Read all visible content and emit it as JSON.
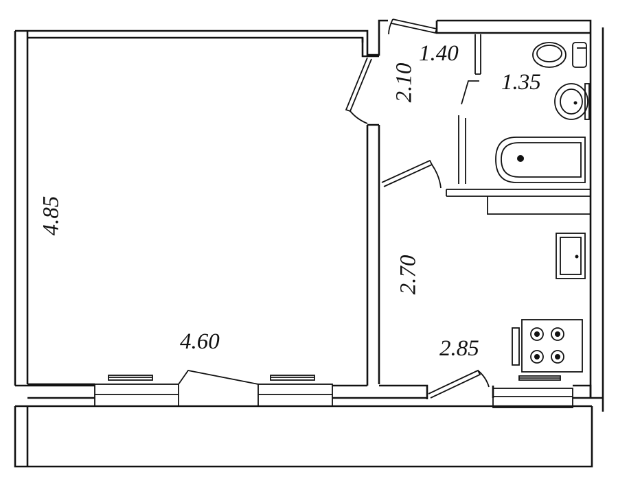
{
  "plan": {
    "rooms": [
      {
        "id": "living-room",
        "width": "4.60",
        "depth": "4.85"
      },
      {
        "id": "hallway",
        "depth": "2.10"
      },
      {
        "id": "toilet",
        "width": "1.40"
      },
      {
        "id": "bathroom",
        "width": "1.35"
      },
      {
        "id": "kitchen",
        "width": "2.85",
        "depth": "2.70"
      }
    ]
  },
  "labels": {
    "living_width": "4.60",
    "living_depth": "4.85",
    "hallway_depth": "2.10",
    "toilet_width": "1.40",
    "bathroom_width": "1.35",
    "kitchen_width": "2.85",
    "kitchen_depth": "2.70"
  }
}
